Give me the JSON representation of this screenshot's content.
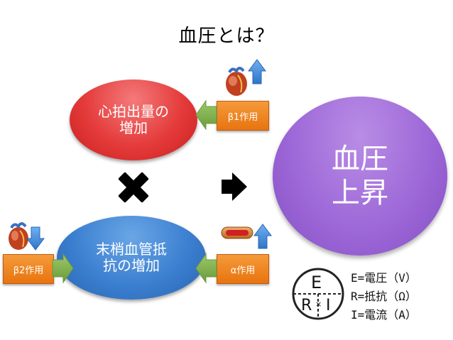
{
  "title": "血圧とは？",
  "nodes": {
    "cardiac_output": [
      "心拍出量の",
      "増加"
    ],
    "peripheral_resistance": [
      "末梢血管抵",
      "抗の増加"
    ],
    "blood_pressure": [
      "血圧",
      "上昇"
    ]
  },
  "boxes": {
    "beta1": "β1作用",
    "beta2": "β2作用",
    "alpha": "α作用"
  },
  "formula": {
    "top_letter": "E",
    "bottom_left_letter": "R",
    "bottom_right_letter": "I",
    "operator": "×",
    "legend": [
      "E=電圧（V）",
      "R=抵抗（Ω）",
      "I=電流（A）"
    ]
  },
  "icons": [
    "heart-icon",
    "blood-vessel-icon",
    "up-arrow-icon",
    "down-arrow-icon",
    "multiply-icon",
    "right-arrow-icon"
  ],
  "colors": {
    "cardiac_output": "#e43a3a",
    "peripheral_resistance": "#3b7fd0",
    "blood_pressure": "#9b65d6",
    "action_box": "#e8740f",
    "arrow_blue": "#4a8fd8"
  }
}
